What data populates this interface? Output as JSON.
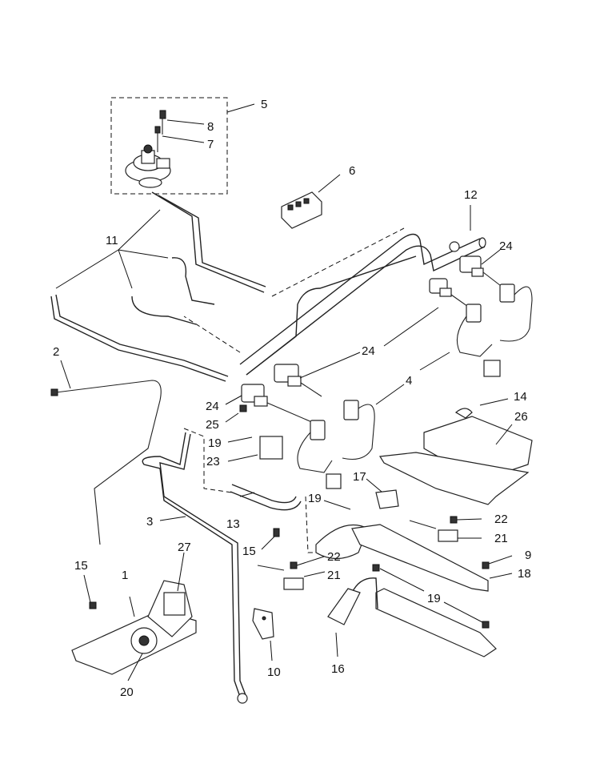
{
  "callouts": [
    {
      "id": "c5",
      "text": "5"
    },
    {
      "id": "c8",
      "text": "8"
    },
    {
      "id": "c7",
      "text": "7"
    },
    {
      "id": "c6",
      "text": "6"
    },
    {
      "id": "c12",
      "text": "12"
    },
    {
      "id": "c24a",
      "text": "24"
    },
    {
      "id": "c11",
      "text": "11"
    },
    {
      "id": "c2",
      "text": "2"
    },
    {
      "id": "c24b",
      "text": "24"
    },
    {
      "id": "c4",
      "text": "4"
    },
    {
      "id": "c24c",
      "text": "24"
    },
    {
      "id": "c25",
      "text": "25"
    },
    {
      "id": "c14",
      "text": "14"
    },
    {
      "id": "c26",
      "text": "26"
    },
    {
      "id": "c19a",
      "text": "19"
    },
    {
      "id": "c23",
      "text": "23"
    },
    {
      "id": "c17",
      "text": "17"
    },
    {
      "id": "c19b",
      "text": "19"
    },
    {
      "id": "c3",
      "text": "3"
    },
    {
      "id": "c13",
      "text": "13"
    },
    {
      "id": "c22a",
      "text": "22"
    },
    {
      "id": "c21a",
      "text": "21"
    },
    {
      "id": "c15a",
      "text": "15"
    },
    {
      "id": "c27",
      "text": "27"
    },
    {
      "id": "c22b",
      "text": "22"
    },
    {
      "id": "c9",
      "text": "9"
    },
    {
      "id": "c15b",
      "text": "15"
    },
    {
      "id": "c1",
      "text": "1"
    },
    {
      "id": "c21b",
      "text": "21"
    },
    {
      "id": "c18",
      "text": "18"
    },
    {
      "id": "c19c",
      "text": "19"
    },
    {
      "id": "c10",
      "text": "10"
    },
    {
      "id": "c16",
      "text": "16"
    },
    {
      "id": "c20",
      "text": "20"
    }
  ]
}
